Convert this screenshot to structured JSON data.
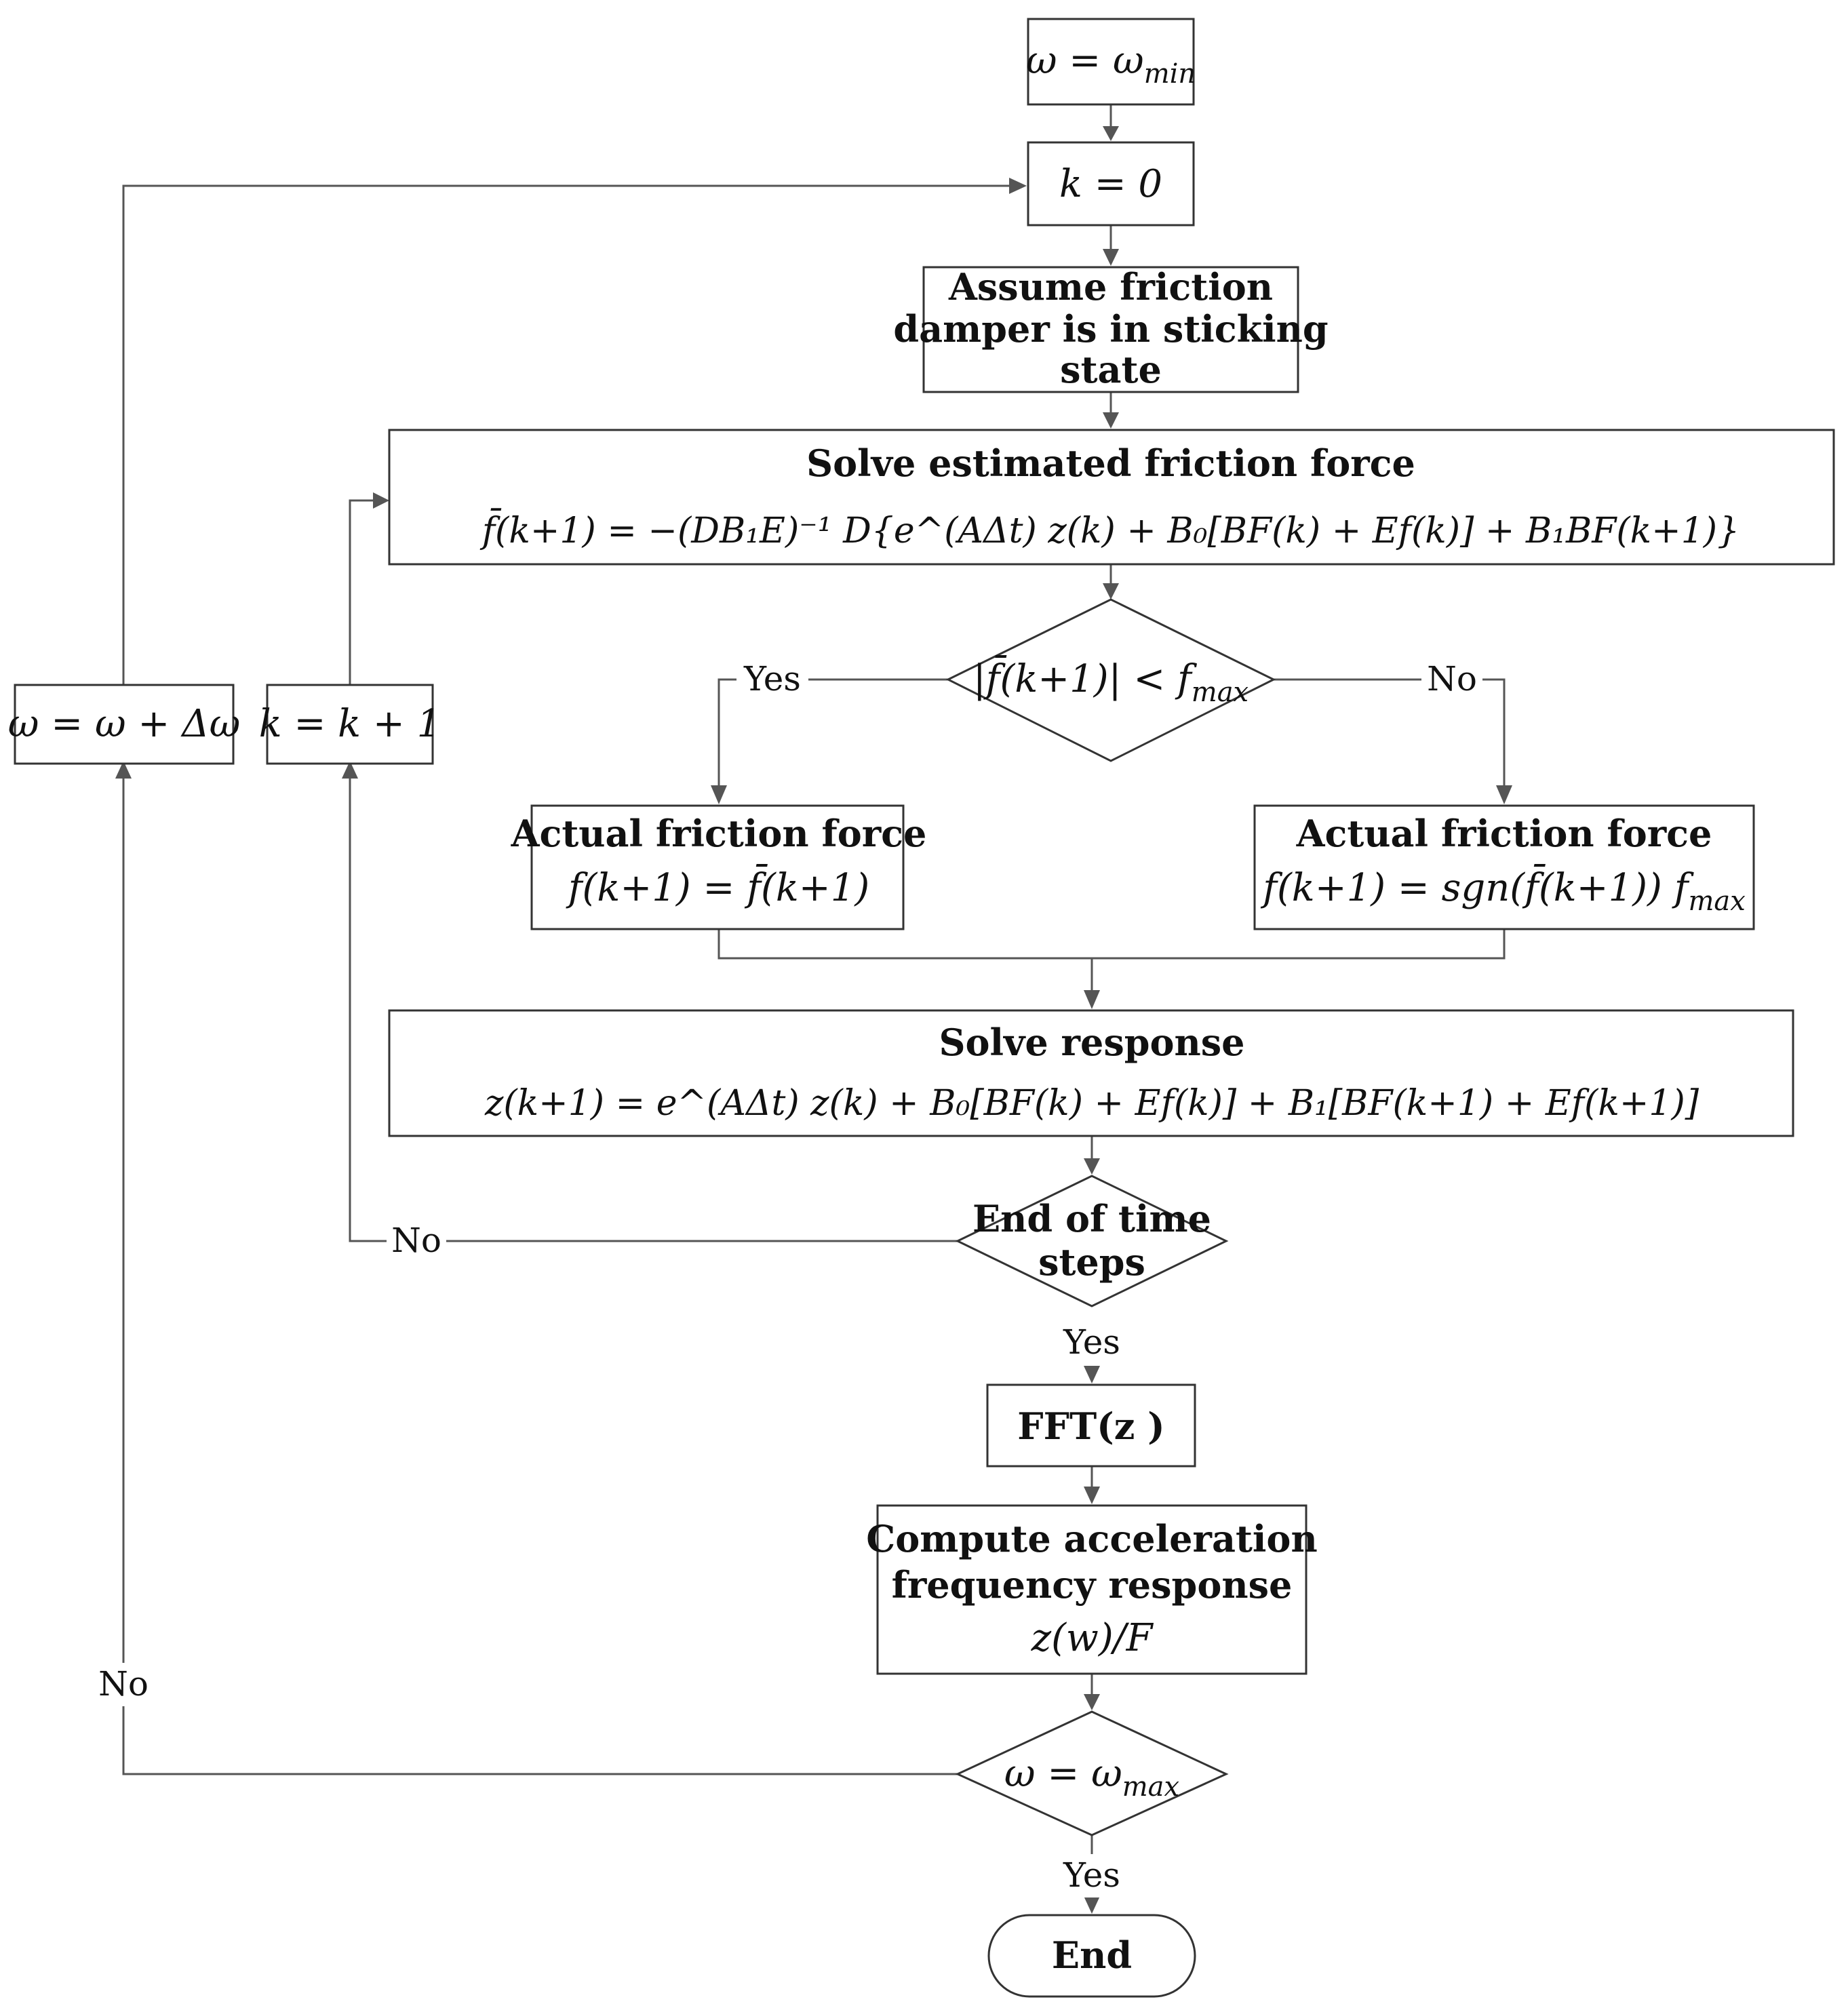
{
  "nodes": {
    "init_omega": {
      "eq": "ω = ω",
      "sub": "min"
    },
    "init_k": {
      "eq": "k = 0"
    },
    "assume": {
      "lines": [
        "Assume friction",
        "damper is in sticking",
        "state"
      ]
    },
    "estimate": {
      "title": "Solve estimated friction force",
      "formula": "f̄(k+1) = −(DB₁E)⁻¹ D{e^(AΔt) z(k) + B₀[BF(k) + Ef(k)] + B₁BF(k+1)}"
    },
    "check_friction": {
      "eq": "|f̄(k+1)| < f",
      "sub": "max"
    },
    "actual_stick": {
      "title": "Actual friction force",
      "formula": "f(k+1) = f̄(k+1)"
    },
    "actual_slip": {
      "title": "Actual friction force",
      "formula": "f(k+1) = sgn(f̄(k+1)) f",
      "sub": "max"
    },
    "response": {
      "title": "Solve response",
      "formula": "z(k+1) = e^(AΔt) z(k) + B₀[BF(k) + Ef(k)] + B₁[BF(k+1) + Ef(k+1)]"
    },
    "end_steps": {
      "lines": [
        "End of time",
        "steps"
      ]
    },
    "fft": {
      "text": "FFT(z )"
    },
    "compute": {
      "lines": [
        "Compute acceleration",
        "frequency response"
      ],
      "formula": "z(w)/F"
    },
    "check_omega": {
      "eq": "ω = ω",
      "sub": "max"
    },
    "end": {
      "text": "End"
    },
    "inc_k": {
      "eq": "k = k + 1"
    },
    "inc_omega": {
      "eq": "ω = ω + Δω"
    }
  },
  "edge_labels": {
    "friction_yes": "Yes",
    "friction_no": "No",
    "steps_no": "No",
    "steps_yes": "Yes",
    "omega_no": "No",
    "omega_yes": "Yes"
  }
}
